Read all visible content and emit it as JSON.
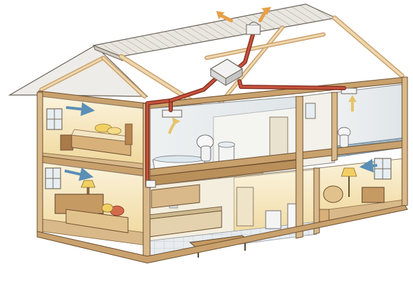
{
  "illustration": {
    "subject": "",
    "colors": {
      "outline": "#5a4a3a",
      "roof": "#e7e4de",
      "roof_lines": "#9d968c",
      "beam": "#e8cfa3",
      "beam_dark": "#c9a16d",
      "wall_light": "#f7eed4",
      "wall_warm": "#f2dca3",
      "floor_wood": "#d9b98a",
      "floor_tile": "#c9d3d8",
      "duct": "#b8432f",
      "airflow": "#5b8fb6",
      "airflow_in": "#e6c36a"
    },
    "rooms": [
      {
        "id": "bedroom",
        "level": "upper-left"
      },
      {
        "id": "bathroom",
        "level": "upper-center"
      },
      {
        "id": "toilet",
        "level": "upper-right"
      },
      {
        "id": "living-room",
        "level": "lower-left"
      },
      {
        "id": "kitchen",
        "level": "lower-center"
      },
      {
        "id": "lounge",
        "level": "lower-right"
      }
    ],
    "icons": [
      "duct-icon",
      "airflow-arrow-icon",
      "vent-fan-icon",
      "roof-vent-icon"
    ]
  }
}
